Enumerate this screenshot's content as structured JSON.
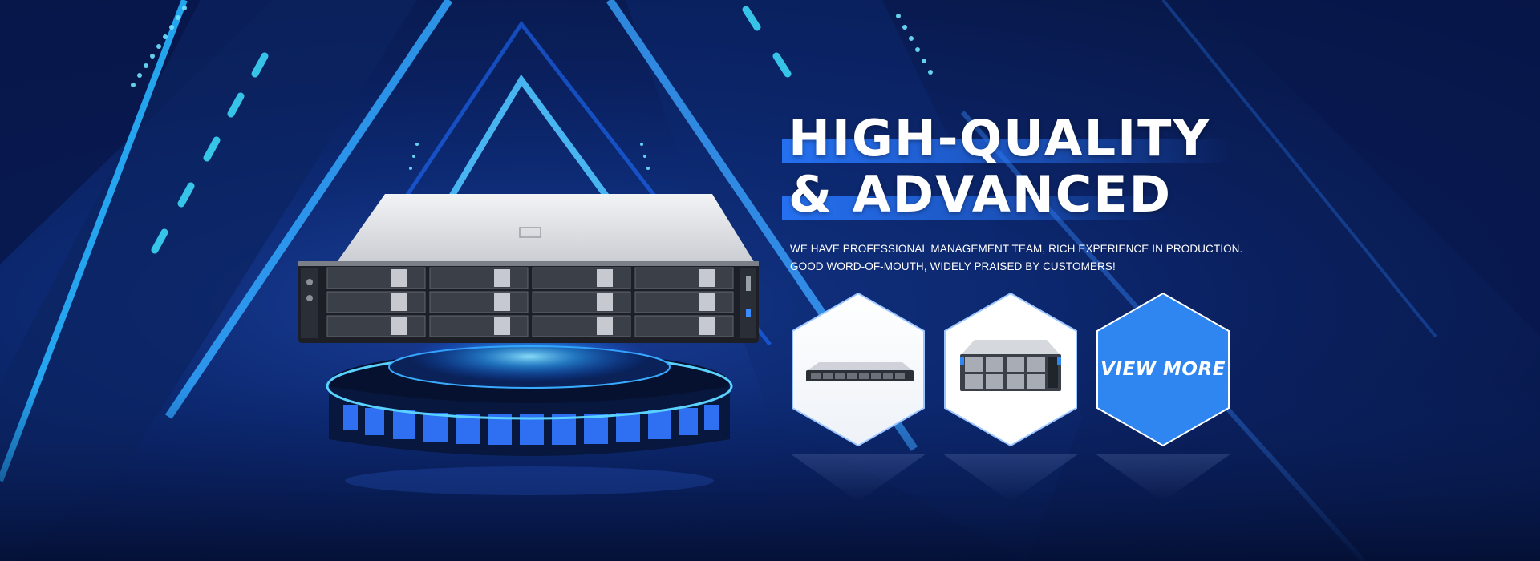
{
  "banner": {
    "headline_line1": "HIGH-QUALITY",
    "headline_line2": "& ADVANCED",
    "description_line1": "WE HAVE  PROFESSIONAL MANAGEMENT TEAM,    RICH EXPERIENCE IN PRODUCTION.",
    "description_line2": "GOOD WORD-OF-MOUTH, WIDELY PRAISED BY  CUSTOMERS!",
    "tiles": [
      {
        "name": "1U rack server",
        "icon": "rack-server-1u-icon"
      },
      {
        "name": "4U storage server",
        "icon": "storage-server-4u-icon"
      }
    ],
    "cta_label": "VIEW MORE",
    "colors": {
      "accent": "#2f86f0",
      "background": "#0a1f5c",
      "neon": "#28b4ff"
    }
  }
}
